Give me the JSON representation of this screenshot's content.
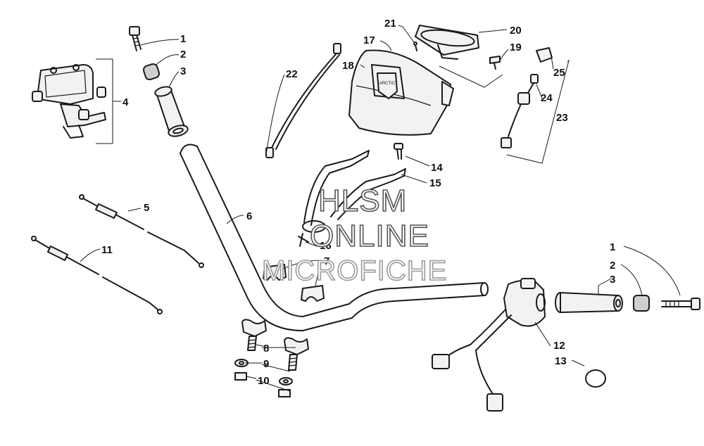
{
  "watermark": {
    "line1": "HLSM",
    "line2": "ONLINE",
    "line3": "MICROFICHE"
  },
  "callouts": [
    {
      "id": "c1a",
      "text": "1"
    },
    {
      "id": "c2a",
      "text": "2"
    },
    {
      "id": "c3a",
      "text": "3"
    },
    {
      "id": "c4",
      "text": "4"
    },
    {
      "id": "c5",
      "text": "5"
    },
    {
      "id": "c6",
      "text": "6"
    },
    {
      "id": "c7",
      "text": "7"
    },
    {
      "id": "c8",
      "text": "8"
    },
    {
      "id": "c9",
      "text": "9"
    },
    {
      "id": "c10",
      "text": "10"
    },
    {
      "id": "c11",
      "text": "11"
    },
    {
      "id": "c12",
      "text": "12"
    },
    {
      "id": "c13",
      "text": "13"
    },
    {
      "id": "c14",
      "text": "14"
    },
    {
      "id": "c15",
      "text": "15"
    },
    {
      "id": "c16",
      "text": "16"
    },
    {
      "id": "c17",
      "text": "17"
    },
    {
      "id": "c18",
      "text": "18"
    },
    {
      "id": "c19",
      "text": "19"
    },
    {
      "id": "c20",
      "text": "20"
    },
    {
      "id": "c21",
      "text": "21"
    },
    {
      "id": "c22",
      "text": "22"
    },
    {
      "id": "c23",
      "text": "23"
    },
    {
      "id": "c24",
      "text": "24"
    },
    {
      "id": "c25",
      "text": "25"
    },
    {
      "id": "c1b",
      "text": "1"
    },
    {
      "id": "c2b",
      "text": "2"
    },
    {
      "id": "c3b",
      "text": "3"
    }
  ]
}
